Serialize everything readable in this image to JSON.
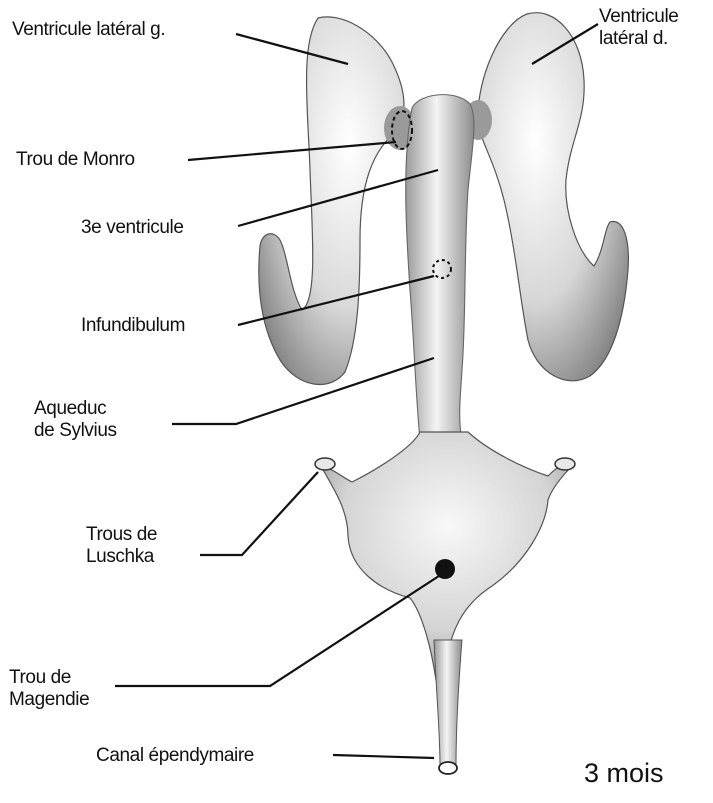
{
  "figure": {
    "labels": {
      "lateral_left": "Ventricule latéral g.",
      "lateral_right_line1": "Ventricule",
      "lateral_right_line2": "latéral d.",
      "monro": "Trou de Monro",
      "third_ventricle": "3e ventricule",
      "infundibulum": "Infundibulum",
      "aqueduct_line1": "Aqueduc",
      "aqueduct_line2": "de Sylvius",
      "luschka_line1": "Trous de",
      "luschka_line2": "Luschka",
      "magendie_line1": "Trou de",
      "magendie_line2": "Magendie",
      "ependymal_canal": "Canal épendymaire"
    },
    "age": "3 mois"
  }
}
